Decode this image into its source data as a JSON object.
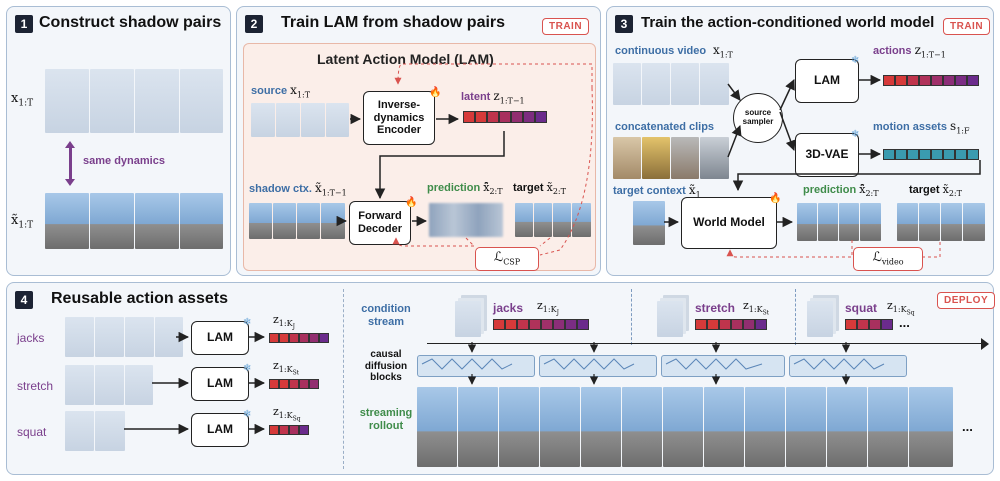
{
  "panels": {
    "p1": {
      "num": "1",
      "title": "Construct shadow pairs",
      "x_label": "x",
      "x_sub": "1:T",
      "xt_label": "x̃",
      "xt_sub": "1:T",
      "same_dynamics": "same dynamics"
    },
    "p2": {
      "num": "2",
      "title": "Train LAM from shadow pairs",
      "tag": "TRAIN",
      "lam_title": "Latent Action Model (LAM)",
      "source_label": "source",
      "source_math": "x",
      "source_sub": "1:T",
      "encoder": "Inverse-dynamics Encoder",
      "latent_label": "latent",
      "latent_math": "z",
      "latent_sub": "1:T−1",
      "shadow_label": "shadow ctx.",
      "shadow_math": "x̃",
      "shadow_sub": "1:T−1",
      "decoder": "Forward Decoder",
      "prediction_label": "prediction",
      "prediction_math": "x̂̃",
      "prediction_sub": "2:T",
      "target_label": "target",
      "target_math": "x̃",
      "target_sub": "2:T",
      "loss": "ℒ",
      "loss_sub": "CSP"
    },
    "p3": {
      "num": "3",
      "title": "Train the action-conditioned world model",
      "tag": "TRAIN",
      "cont_video": "continuous video",
      "cont_math": "x",
      "cont_sub": "1:T",
      "concat_clips": "concatenated clips",
      "sampler": "source sampler",
      "lam": "LAM",
      "vae": "3D-VAE",
      "actions_label": "actions",
      "actions_math": "z",
      "actions_sub": "1:T−1",
      "motion_label": "motion assets",
      "motion_math": "s",
      "motion_sub": "1:F",
      "target_ctx": "target context",
      "target_ctx_math": "x̃",
      "target_ctx_sub": "1",
      "world_model": "World Model",
      "prediction_label": "prediction",
      "prediction_math": "x̂̃",
      "prediction_sub": "2:T",
      "target_label": "target",
      "target_math": "x̃",
      "target_sub": "2:T",
      "loss": "ℒ",
      "loss_sub": "video"
    },
    "p4": {
      "num": "4",
      "title": "Reusable action assets",
      "tag": "DEPLOY",
      "rows": [
        {
          "name": "jacks",
          "lam": "LAM",
          "math": "z",
          "sub": "1:K",
          "subsub": "J"
        },
        {
          "name": "stretch",
          "lam": "LAM",
          "math": "z",
          "sub": "1:K",
          "subsub": "St"
        },
        {
          "name": "squat",
          "lam": "LAM",
          "math": "z",
          "sub": "1:K",
          "subsub": "Sq"
        }
      ],
      "condition_stream": "condition stream",
      "causal_blocks": "causal diffusion blocks",
      "streaming_rollout": "streaming rollout",
      "stream_items": [
        {
          "name": "jacks",
          "math": "z",
          "sub": "1:K",
          "subsub": "J"
        },
        {
          "name": "stretch",
          "math": "z",
          "sub": "1:K",
          "subsub": "St"
        },
        {
          "name": "squat",
          "math": "z",
          "sub": "1:K",
          "subsub": "Sq"
        }
      ],
      "ellipsis": "..."
    }
  },
  "colors": {
    "accent_red": "#d9534f",
    "token_red": "#d63a3a",
    "token_purple": "#6b2b8c",
    "token_teal": "#3a9bb0",
    "label_blue": "#3d6ea5",
    "label_green": "#3f8c4a",
    "label_purple": "#7a3f8c",
    "panel_border": "#a9bdd4"
  },
  "icons": {
    "frozen": "snowflake-icon",
    "trainable": "flame-icon"
  }
}
